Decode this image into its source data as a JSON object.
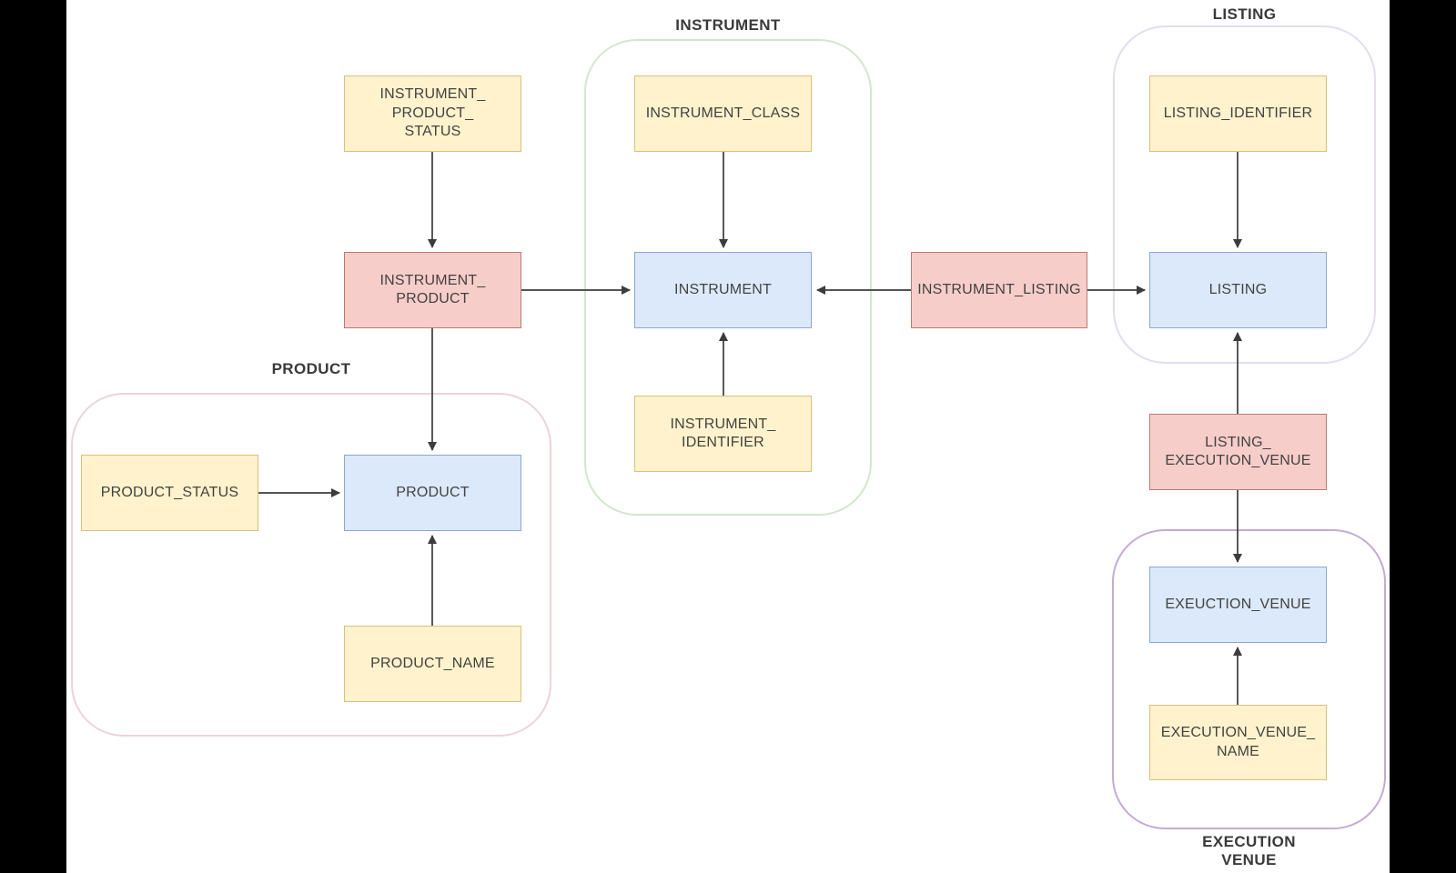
{
  "diagram_title": "",
  "groups": {
    "product": {
      "label": "PRODUCT"
    },
    "instrument": {
      "label": "INSTRUMENT"
    },
    "listing": {
      "label": "LISTING"
    },
    "execution_venue": {
      "label": "EXECUTION\nVENUE"
    }
  },
  "nodes": {
    "instrument_product_status": {
      "label": "INSTRUMENT_\nPRODUCT_\nSTATUS",
      "kind": "attribute"
    },
    "instrument_product": {
      "label": "INSTRUMENT_\nPRODUCT",
      "kind": "relationship"
    },
    "product_status": {
      "label": "PRODUCT_STATUS",
      "kind": "attribute"
    },
    "product": {
      "label": "PRODUCT",
      "kind": "entity"
    },
    "product_name": {
      "label": "PRODUCT_NAME",
      "kind": "attribute"
    },
    "instrument_class": {
      "label": "INSTRUMENT_CLASS",
      "kind": "attribute"
    },
    "instrument": {
      "label": "INSTRUMENT",
      "kind": "entity"
    },
    "instrument_identifier": {
      "label": "INSTRUMENT_\nIDENTIFIER",
      "kind": "attribute"
    },
    "instrument_listing": {
      "label": "INSTRUMENT_LISTING",
      "kind": "relationship"
    },
    "listing_identifier": {
      "label": "LISTING_IDENTIFIER",
      "kind": "attribute"
    },
    "listing": {
      "label": "LISTING",
      "kind": "entity"
    },
    "listing_execution_venue": {
      "label": "LISTING_\nEXECUTION_VENUE",
      "kind": "relationship"
    },
    "exeuction_venue": {
      "label": "EXEUCTION_VENUE",
      "kind": "entity"
    },
    "execution_venue_name": {
      "label": "EXECUTION_VENUE_\nNAME",
      "kind": "attribute"
    }
  },
  "edges": [
    {
      "from": "instrument_product_status",
      "to": "instrument_product"
    },
    {
      "from": "instrument_product",
      "to": "instrument"
    },
    {
      "from": "instrument_product",
      "to": "product"
    },
    {
      "from": "product_status",
      "to": "product"
    },
    {
      "from": "product_name",
      "to": "product"
    },
    {
      "from": "instrument_class",
      "to": "instrument"
    },
    {
      "from": "instrument_identifier",
      "to": "instrument"
    },
    {
      "from": "instrument_listing",
      "to": "instrument"
    },
    {
      "from": "instrument_listing",
      "to": "listing"
    },
    {
      "from": "listing_identifier",
      "to": "listing"
    },
    {
      "from": "listing_execution_venue",
      "to": "listing"
    },
    {
      "from": "listing_execution_venue",
      "to": "exeuction_venue"
    },
    {
      "from": "execution_venue_name",
      "to": "exeuction_venue"
    }
  ],
  "colors": {
    "letterbox": "#000000",
    "attribute_fill": "#fff2cc",
    "attribute_border": "#d9c17c",
    "entity_fill": "#dce9fb",
    "entity_border": "#89a8d0",
    "relationship_fill": "#f7cdc9",
    "relationship_border": "#bc7a72",
    "group_product_border": "#ecd4d9",
    "group_instrument_border": "#d4e6cd",
    "group_listing_border": "#e4dded",
    "group_execution_border": "#c3abd3",
    "arrow": "#3c3c3c",
    "text": "#424242",
    "group_text": "#3a3a3a"
  }
}
